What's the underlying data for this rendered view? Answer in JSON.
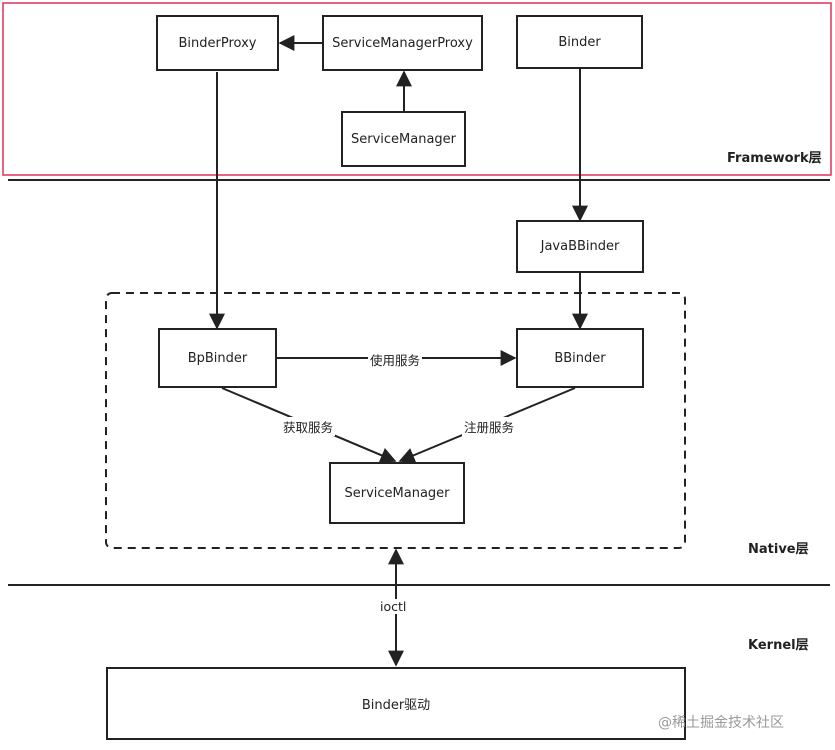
{
  "colors": {
    "framework_border": "#e0305a",
    "line": "#222222",
    "watermark": "#9a9a9a"
  },
  "layers": {
    "framework": "Framework层",
    "native": "Native层",
    "kernel": "Kernel层"
  },
  "nodes": {
    "binder_proxy": "BinderProxy",
    "service_manager_proxy": "ServiceManagerProxy",
    "binder": "Binder",
    "service_manager_framework": "ServiceManager",
    "java_bbinder": "JavaBBinder",
    "bp_binder": "BpBinder",
    "bbinder": "BBinder",
    "service_manager_native": "ServiceManager",
    "binder_driver": "Binder驱动"
  },
  "edges": {
    "use_service": "使用服务",
    "get_service": "获取服务",
    "register_service": "注册服务",
    "ioctl": "ioctl"
  },
  "watermark": "@稀土掘金技术社区"
}
